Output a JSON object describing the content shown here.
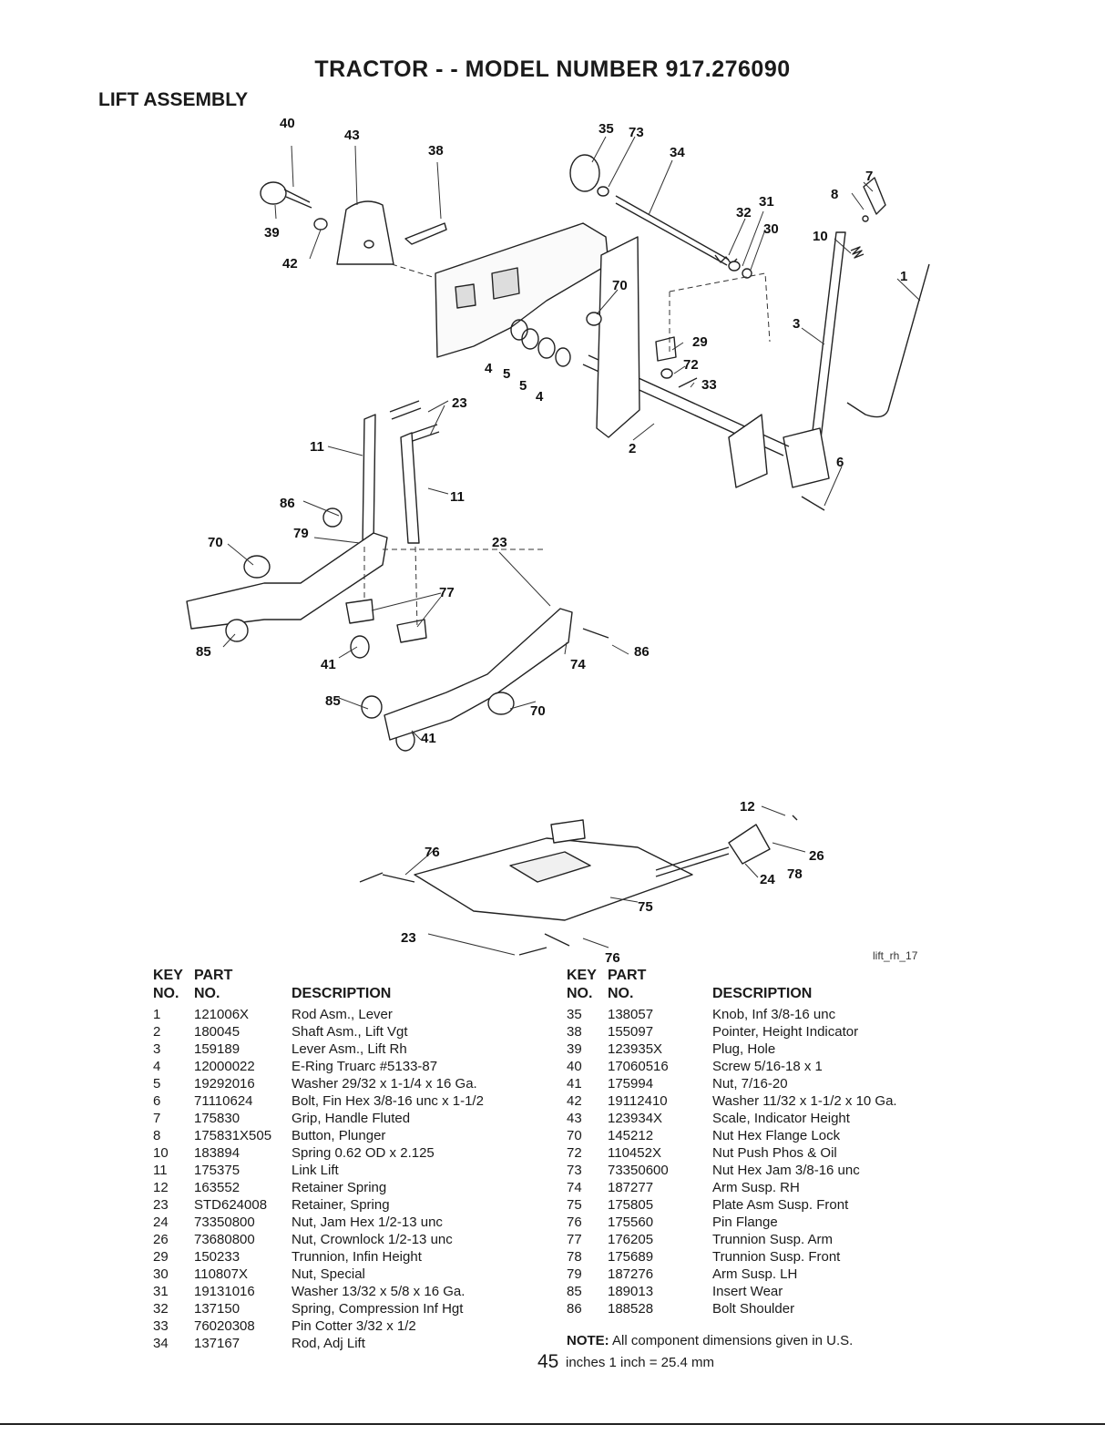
{
  "header": {
    "title": "TRACTOR - - MODEL NUMBER 917.276090",
    "section": "LIFT ASSEMBLY"
  },
  "diagram": {
    "callouts": [
      "40",
      "43",
      "38",
      "39",
      "42",
      "35",
      "73",
      "34",
      "31",
      "32",
      "30",
      "7",
      "8",
      "10",
      "1",
      "3",
      "70",
      "29",
      "72",
      "33",
      "4",
      "5",
      "5",
      "4",
      "23",
      "2",
      "6",
      "11",
      "11",
      "86",
      "79",
      "23",
      "70",
      "77",
      "85",
      "41",
      "74",
      "86",
      "85",
      "70",
      "41",
      "12",
      "26",
      "24",
      "78",
      "76",
      "75",
      "23",
      "76"
    ],
    "file_code": "lift_rh_17"
  },
  "legend": {
    "headers": {
      "key_line1": "KEY",
      "key_line2": "NO.",
      "part_line1": "PART",
      "part_line2": "NO.",
      "description": "DESCRIPTION"
    },
    "left": [
      {
        "key": "1",
        "part": "121006X",
        "desc": "Rod Asm., Lever"
      },
      {
        "key": "2",
        "part": "180045",
        "desc": "Shaft Asm., Lift Vgt"
      },
      {
        "key": "3",
        "part": "159189",
        "desc": "Lever Asm., Lift Rh"
      },
      {
        "key": "4",
        "part": "12000022",
        "desc": "E-Ring Truarc #5133-87"
      },
      {
        "key": "5",
        "part": "19292016",
        "desc": "Washer 29/32 x 1-1/4 x 16 Ga."
      },
      {
        "key": "6",
        "part": "71110624",
        "desc": "Bolt, Fin Hex 3/8-16 unc x 1-1/2"
      },
      {
        "key": "7",
        "part": "175830",
        "desc": "Grip, Handle Fluted"
      },
      {
        "key": "8",
        "part": "175831X505",
        "desc": "Button, Plunger"
      },
      {
        "key": "10",
        "part": "183894",
        "desc": "Spring 0.62 OD x 2.125"
      },
      {
        "key": "11",
        "part": "175375",
        "desc": "Link Lift"
      },
      {
        "key": "12",
        "part": "163552",
        "desc": "Retainer Spring"
      },
      {
        "key": "23",
        "part": "STD624008",
        "desc": "Retainer, Spring"
      },
      {
        "key": "24",
        "part": "73350800",
        "desc": "Nut, Jam Hex 1/2-13 unc"
      },
      {
        "key": "26",
        "part": "73680800",
        "desc": "Nut, Crownlock 1/2-13 unc"
      },
      {
        "key": "29",
        "part": "150233",
        "desc": "Trunnion, Infin Height"
      },
      {
        "key": "30",
        "part": "110807X",
        "desc": "Nut, Special"
      },
      {
        "key": "31",
        "part": "19131016",
        "desc": "Washer 13/32 x 5/8 x 16 Ga."
      },
      {
        "key": "32",
        "part": "137150",
        "desc": "Spring, Compression Inf Hgt"
      },
      {
        "key": "33",
        "part": "76020308",
        "desc": "Pin Cotter 3/32 x 1/2"
      },
      {
        "key": "34",
        "part": "137167",
        "desc": "Rod, Adj Lift"
      }
    ],
    "right": [
      {
        "key": "35",
        "part": "138057",
        "desc": "Knob, Inf 3/8-16 unc"
      },
      {
        "key": "38",
        "part": "155097",
        "desc": "Pointer, Height Indicator"
      },
      {
        "key": "39",
        "part": "123935X",
        "desc": "Plug, Hole"
      },
      {
        "key": "40",
        "part": "17060516",
        "desc": "Screw 5/16-18 x 1"
      },
      {
        "key": "41",
        "part": "175994",
        "desc": "Nut, 7/16-20"
      },
      {
        "key": "42",
        "part": "19112410",
        "desc": "Washer 11/32 x 1-1/2 x 10 Ga."
      },
      {
        "key": "43",
        "part": "123934X",
        "desc": "Scale, Indicator Height"
      },
      {
        "key": "70",
        "part": "145212",
        "desc": "Nut Hex Flange Lock"
      },
      {
        "key": "72",
        "part": "110452X",
        "desc": "Nut Push Phos & Oil"
      },
      {
        "key": "73",
        "part": "73350600",
        "desc": "Nut Hex Jam 3/8-16 unc"
      },
      {
        "key": "74",
        "part": "187277",
        "desc": "Arm Susp. RH"
      },
      {
        "key": "75",
        "part": "175805",
        "desc": "Plate Asm Susp. Front"
      },
      {
        "key": "76",
        "part": "175560",
        "desc": "Pin Flange"
      },
      {
        "key": "77",
        "part": "176205",
        "desc": "Trunnion Susp. Arm"
      },
      {
        "key": "78",
        "part": "175689",
        "desc": "Trunnion Susp. Front"
      },
      {
        "key": "79",
        "part": "187276",
        "desc": "Arm Susp. LH"
      },
      {
        "key": "85",
        "part": "189013",
        "desc": "Insert Wear"
      },
      {
        "key": "86",
        "part": "188528",
        "desc": "Bolt Shoulder"
      }
    ]
  },
  "footer": {
    "note_label": "NOTE:",
    "note_text": "All component dimensions given in U.S.",
    "page_number": "45",
    "inch_text": "inches 1 inch = 25.4 mm"
  }
}
